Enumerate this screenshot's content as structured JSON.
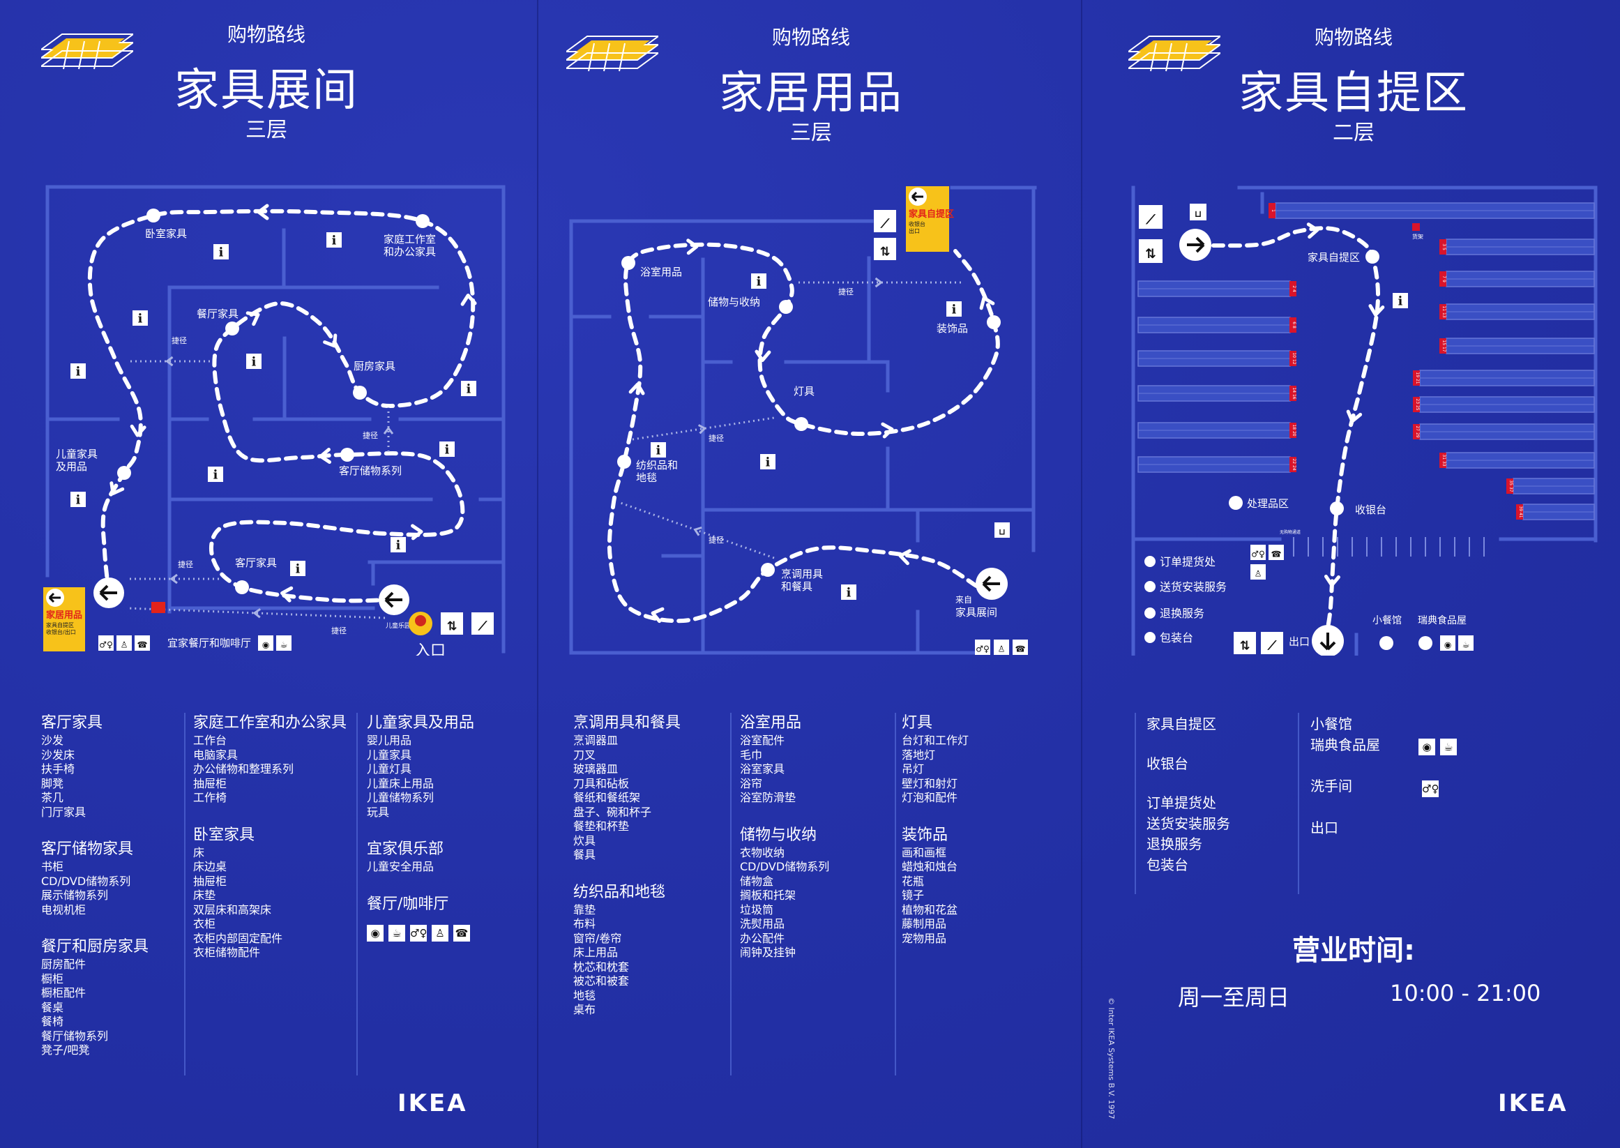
{
  "colors": {
    "background": "#2431a8",
    "wall": "#4a5fd0",
    "route": "#ffffff",
    "accent_yellow": "#f7c21a",
    "exit_red": "#e2231a",
    "shelf_tag": "#d9142b"
  },
  "panels": [
    {
      "kicker": "购物路线",
      "title": "家具展间",
      "floor": "三层"
    },
    {
      "kicker": "购物路线",
      "title": "家居用品",
      "floor": "三层"
    },
    {
      "kicker": "购物路线",
      "title": "家具自提区",
      "floor": "二层"
    }
  ],
  "maps": [
    {
      "stops": [
        {
          "label_lines": [
            "卧室家具"
          ]
        },
        {
          "label_lines": [
            "家庭工作室",
            "和办公家具"
          ]
        },
        {
          "label_lines": [
            "餐厅家具"
          ]
        },
        {
          "label_lines": [
            "厨房家具"
          ]
        },
        {
          "label_lines": [
            "客厅储物系列"
          ]
        },
        {
          "label_lines": [
            "儿童家具",
            "及用品"
          ]
        },
        {
          "label_lines": [
            "客厅家具"
          ]
        }
      ],
      "shortcut_label": "捷径",
      "entrance_label": "入口",
      "playground_label": "儿童乐园",
      "restaurant_label": "宜家餐厅和咖啡厅",
      "exit_sign": {
        "title": "家居用品",
        "subtitle_lines": [
          "家具自提区",
          "收银台/出口"
        ]
      },
      "icons": [
        "info-icon",
        "restroom-icon",
        "baby-care-icon",
        "phone-icon",
        "restaurant-icon",
        "cafe-icon",
        "elevator-icon",
        "escalator-icon",
        "playground-logo-icon",
        "ikea-family-icon"
      ]
    },
    {
      "stops": [
        {
          "label_lines": [
            "浴室用品"
          ]
        },
        {
          "label_lines": [
            "储物与收纳"
          ]
        },
        {
          "label_lines": [
            "装饰品"
          ]
        },
        {
          "label_lines": [
            "灯具"
          ]
        },
        {
          "label_lines": [
            "纺织品和",
            "地毯"
          ]
        },
        {
          "label_lines": [
            "烹调用具",
            "和餐具"
          ]
        }
      ],
      "shortcut_label": "捷径",
      "from_lines": [
        "来自",
        "家具展间"
      ],
      "exit_sign": {
        "title": "家具自提区",
        "subtitle_lines": [
          "收银台",
          "出口"
        ]
      },
      "icons": [
        "info-icon",
        "escalator-icon",
        "elevator-icon",
        "trolley-icon",
        "restroom-icon",
        "baby-care-icon",
        "phone-icon"
      ]
    },
    {
      "stops": [
        {
          "label_lines": [
            "家具自提区"
          ]
        },
        {
          "label_lines": [
            "处理品区"
          ]
        },
        {
          "label_lines": [
            "收银台"
          ]
        }
      ],
      "shelf_label": "货架",
      "no_purchase_lane": "无购物通道",
      "exit_label": "出口",
      "shelves_left": [
        "2 4",
        "6 8",
        "10 12",
        "14 16",
        "18 20",
        "22 24"
      ],
      "shelves_right": [
        "1",
        "3 5",
        "7 9",
        "11 13",
        "15 17",
        "19 21",
        "23 25",
        "27 29",
        "31 33",
        "35 37",
        "39 41"
      ],
      "services": [
        "订单提货处",
        "送货安装服务",
        "退换服务",
        "包装台"
      ],
      "food": [
        "小餐馆",
        "瑞典食品屋"
      ],
      "icons": [
        "escalator-icon",
        "elevator-icon",
        "trolley-icon",
        "info-icon",
        "restroom-icon",
        "phone-icon",
        "baby-care-icon",
        "restaurant-icon",
        "cafe-icon"
      ]
    }
  ],
  "lists": {
    "panel1": [
      [
        {
          "heading": "客厅家具",
          "items": [
            "沙发",
            "沙发床",
            "扶手椅",
            "脚凳",
            "茶几",
            "门厅家具"
          ]
        },
        {
          "heading": "客厅储物家具",
          "items": [
            "书柜",
            "CD/DVD储物系列",
            "展示储物系列",
            "电视机柜"
          ]
        },
        {
          "heading": "餐厅和厨房家具",
          "items": [
            "厨房配件",
            "橱柜",
            "橱柜配件",
            "餐桌",
            "餐椅",
            "餐厅储物系列",
            "凳子/吧凳"
          ]
        }
      ],
      [
        {
          "heading": "家庭工作室和办公家具",
          "items": [
            "工作台",
            "电脑家具",
            "办公储物和整理系列",
            "抽屉柜",
            "工作椅"
          ]
        },
        {
          "heading": "卧室家具",
          "items": [
            "床",
            "床边桌",
            "抽屉柜",
            "床垫",
            "双层床和高架床",
            "衣柜",
            "衣柜内部固定配件",
            "衣柜储物配件"
          ]
        }
      ],
      [
        {
          "heading": "儿童家具及用品",
          "items": [
            "婴儿用品",
            "儿童家具",
            "儿童灯具",
            "儿童床上用品",
            "儿童储物系列",
            "玩具"
          ]
        },
        {
          "heading": "宜家俱乐部",
          "items": [
            "儿童安全用品"
          ]
        },
        {
          "heading": "餐厅/咖啡厅",
          "items": []
        }
      ]
    ],
    "panel1_facility_icons": [
      "restaurant-icon",
      "cafe-icon",
      "restroom-icon",
      "baby-care-icon",
      "phone-icon"
    ],
    "panel2": [
      [
        {
          "heading": "烹调用具和餐具",
          "items": [
            "烹调器皿",
            "刀叉",
            "玻璃器皿",
            "刀具和砧板",
            "餐纸和餐纸架",
            "盘子、碗和杯子",
            "餐垫和杯垫",
            "炊具",
            "餐具"
          ]
        },
        {
          "heading": "纺织品和地毯",
          "items": [
            "靠垫",
            "布料",
            "窗帘/卷帘",
            "床上用品",
            "枕芯和枕套",
            "被芯和被套",
            "地毯",
            "桌布"
          ]
        }
      ],
      [
        {
          "heading": "浴室用品",
          "items": [
            "浴室配件",
            "毛巾",
            "浴室家具",
            "浴帘",
            "浴室防滑垫"
          ]
        },
        {
          "heading": "储物与收纳",
          "items": [
            "衣物收纳",
            "CD/DVD储物系列",
            "储物盒",
            "搁板和托架",
            "垃圾筒",
            "洗熨用品",
            "办公配件",
            "闹钟及挂钟"
          ]
        }
      ],
      [
        {
          "heading": "灯具",
          "items": [
            "台灯和工作灯",
            "落地灯",
            "吊灯",
            "壁灯和射灯",
            "灯泡和配件"
          ]
        },
        {
          "heading": "装饰品",
          "items": [
            "画和画框",
            "蜡烛和烛台",
            "花瓶",
            "镜子",
            "植物和花盆",
            "藤制用品",
            "宠物用品"
          ]
        }
      ]
    ],
    "panel3": {
      "left": [
        "家具自提区",
        "收银台",
        "订单提货处",
        "送货安装服务",
        "退换服务",
        "包装台"
      ],
      "right": [
        "小餐馆",
        "瑞典食品屋",
        "洗手间",
        "出口"
      ]
    }
  },
  "hours": {
    "title": "营业时间:",
    "days": "周一至周日",
    "time": "10:00 - 21:00"
  },
  "brand": "IKEA",
  "copyright": "© Inter IKEA Systems B.V. 1997"
}
